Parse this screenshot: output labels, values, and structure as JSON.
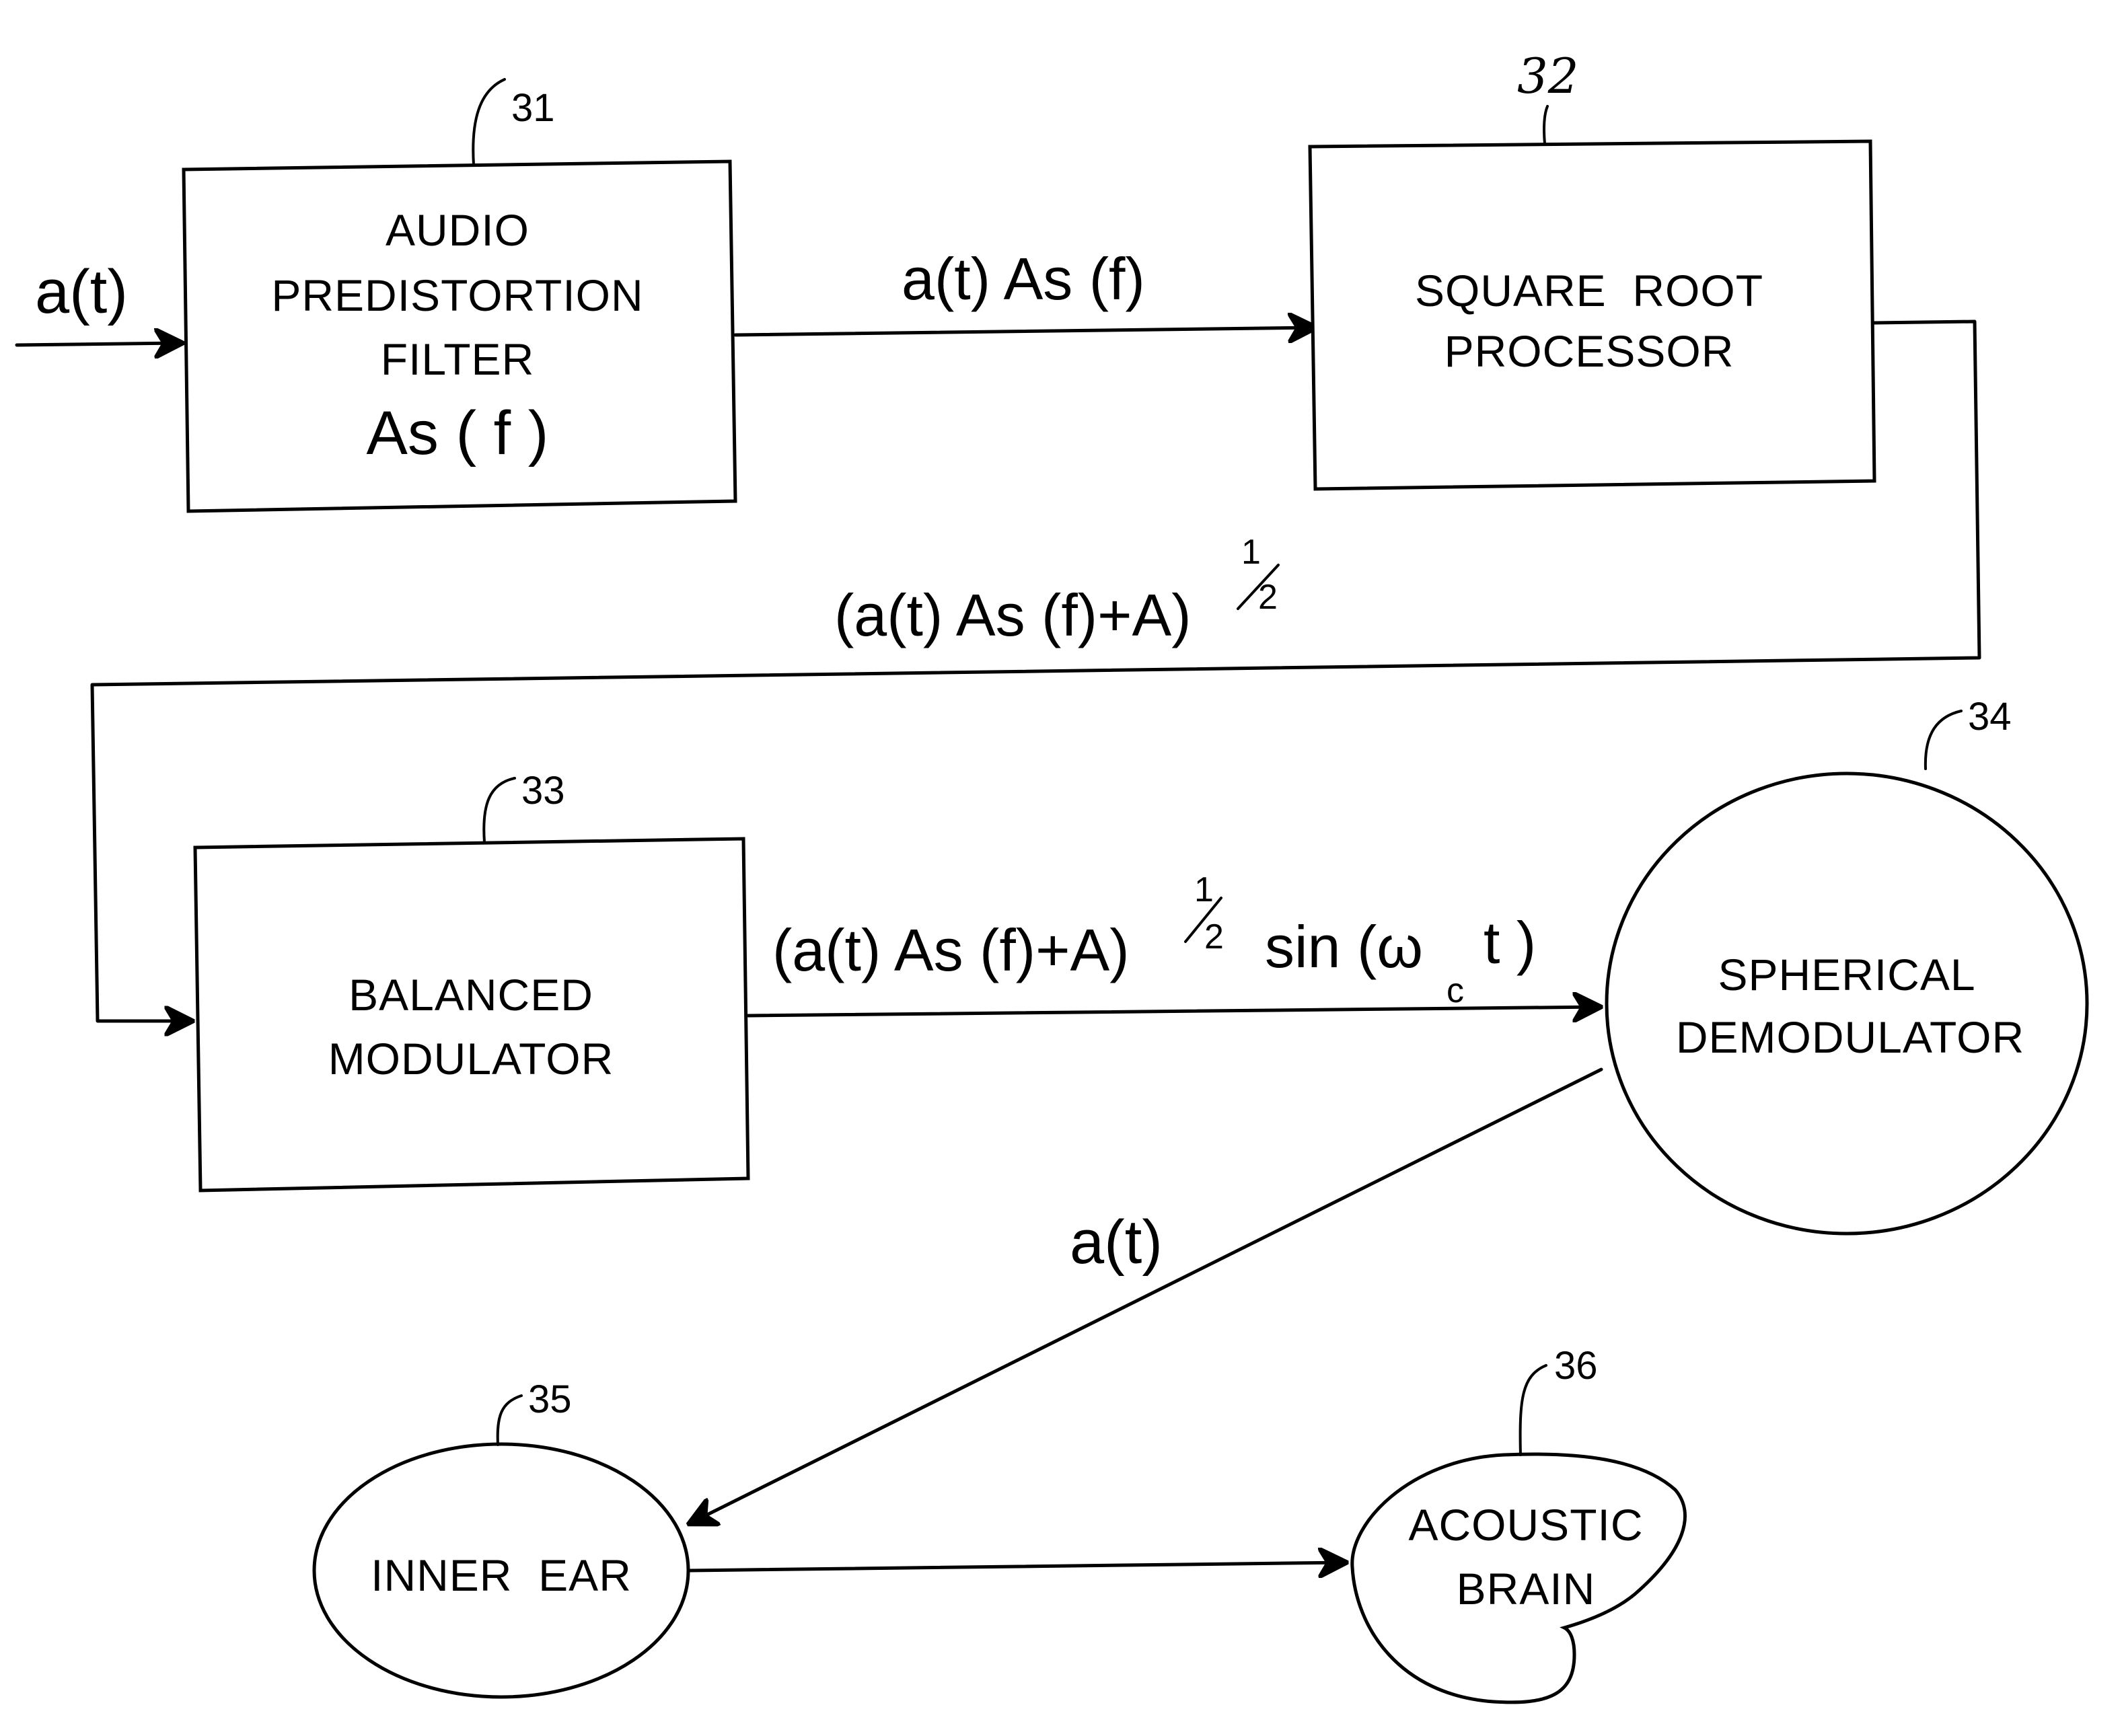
{
  "figure": {
    "blocks": {
      "b31": {
        "ref": "31",
        "lines": [
          "AUDIO",
          "PREDISTORTION",
          "FILTER"
        ],
        "formula": "As ( f )",
        "shape": "rectangle"
      },
      "b32": {
        "ref": "32",
        "lines": [
          "SQUARE  ROOT",
          "PROCESSOR"
        ],
        "shape": "rectangle"
      },
      "b33": {
        "ref": "33",
        "lines": [
          "BALANCED",
          "MODULATOR"
        ],
        "shape": "rectangle"
      },
      "b34": {
        "ref": "34",
        "lines": [
          "SPHERICAL",
          "DEMODULATOR"
        ],
        "shape": "circle"
      },
      "b35": {
        "ref": "35",
        "lines": [
          "INNER  EAR"
        ],
        "shape": "ellipse"
      },
      "b36": {
        "ref": "36",
        "lines": [
          "ACOUSTIC",
          "BRAIN"
        ],
        "shape": "cloud"
      }
    },
    "signals": {
      "input": "a(t)",
      "s31_32": "a(t) As (f)",
      "s32_33": {
        "base": "(a(t) As (f)+A)",
        "exp_num": "1",
        "exp_den": "2"
      },
      "s33_34": {
        "base": "(a(t) As (f)+A)",
        "exp_num": "1",
        "exp_den": "2",
        "tail": "sin (ω",
        "sub": "c",
        "tail_end": "t )"
      },
      "s34_35": "a(t)"
    },
    "connections": [
      {
        "from": "input",
        "to": "b31"
      },
      {
        "from": "b31",
        "to": "b32"
      },
      {
        "from": "b32",
        "to": "b33"
      },
      {
        "from": "b33",
        "to": "b34"
      },
      {
        "from": "b34",
        "to": "b35"
      },
      {
        "from": "b35",
        "to": "b36"
      }
    ]
  }
}
